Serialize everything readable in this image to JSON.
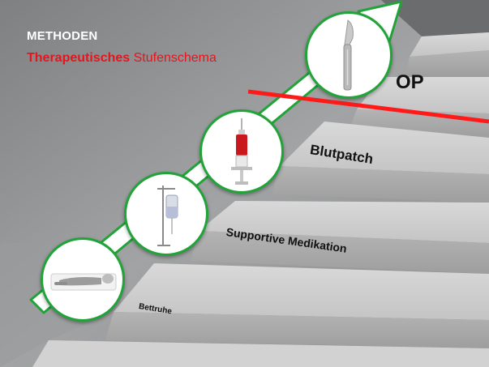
{
  "header": {
    "line1": "METHODEN",
    "line2_bold": "Therapeutisches",
    "line2_rest": "Stufenschema"
  },
  "steps": [
    {
      "label": "Bettruhe",
      "icon": "lying-person-icon"
    },
    {
      "label": "Supportive Medikation",
      "icon": "iv-drip-stand-icon"
    },
    {
      "label": "Blutpatch",
      "icon": "syringe-icon"
    },
    {
      "label": "OP",
      "icon": "scalpel-icon"
    }
  ],
  "colors": {
    "accent_green": "#22a33a",
    "title_red": "#e8141b",
    "threshold_line_red": "#ff1a1a",
    "arrow_fill": "#ffffff"
  }
}
